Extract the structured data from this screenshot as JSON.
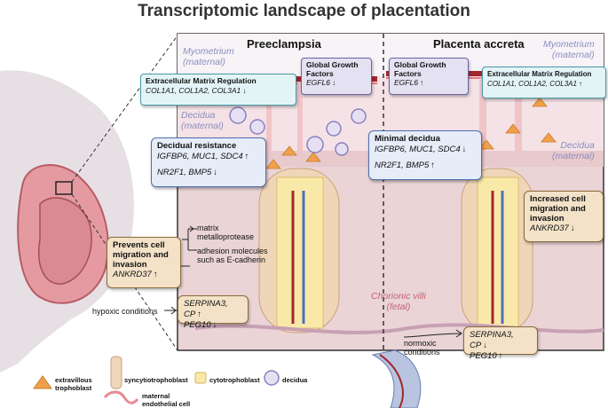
{
  "title": "Transcriptomic landscape of placentation",
  "panels": {
    "left_title": "Preeclampsia",
    "right_title": "Placenta accreta"
  },
  "layers": {
    "myometrium_left": "Myometrium",
    "maternal_left": "(maternal)",
    "myometrium_right": "Myometrium",
    "maternal_right": "(maternal)",
    "decidua_left": "Decidua",
    "decidua_maternal_left": "(maternal)",
    "decidua_right": "Decidua",
    "decidua_maternal_right": "(maternal)",
    "villi": "Chorionic villi",
    "villi_fetal": "(fetal)"
  },
  "boxes": {
    "ecm_left_title": "Extracellular Matrix Regulation",
    "ecm_left_genes": "COL1A1, COL1A2, COL3A1",
    "ecm_right_title": "Extracellular Matrix Regulation",
    "ecm_right_genes": "COL1A1, COL1A2, COL3A1",
    "ggf_left_title1": "Global Growth",
    "ggf_left_title2": "Factors",
    "ggf_left_gene": "EGFL6",
    "ggf_right_title1": "Global Growth",
    "ggf_right_title2": "Factors",
    "ggf_right_gene": "EGFL6",
    "decidual_resistance_title": "Decidual resistance",
    "decidual_resistance_genes1": "IGFBP6, MUC1, SDC4",
    "decidual_resistance_genes2": "NR2F1, BMP5",
    "minimal_decidua_title": "Minimal decidua",
    "minimal_decidua_genes1": "IGFBP6, MUC1, SDC4",
    "minimal_decidua_genes2": "NR2F1, BMP5",
    "prevents_title1": "Prevents cell",
    "prevents_title2": "migration and",
    "prevents_title3": "invasion",
    "prevents_gene": "ANKRD37",
    "increased_title1": "Increased cell",
    "increased_title2": "migration and",
    "increased_title3": "invasion",
    "increased_gene": "ANKRD37",
    "serpina_left_genes1": "SERPINA3, CP",
    "serpina_left_genes2": "PEG10",
    "serpina_right_genes1": "SERPINA3, CP",
    "serpina_right_genes2": "PEG10"
  },
  "annotations": {
    "matrix1": "matrix",
    "matrix2": "metalloprotease",
    "adhesion1": "adhesion molecules",
    "adhesion2": "such as E-cadherin",
    "hypoxic": "hypoxic conditions",
    "normoxic1": "normoxic",
    "normoxic2": "conditions"
  },
  "legend": {
    "evt1": "extravillous",
    "evt2": "trophoblast",
    "syncytio": "syncytiotrophoblast",
    "cyto": "cytotrophoblast",
    "decidua": "decidua",
    "endo1": "maternal",
    "endo2": "endothelial cell"
  },
  "colors": {
    "myometrium_bg": "#f7f3f7",
    "decidua_bg": "#f4e2e6",
    "villi_bg": "#ead4d6",
    "box_blue": "#e6ecf8",
    "box_tan": "#f3e2c8",
    "vessel": "#a3262e"
  }
}
